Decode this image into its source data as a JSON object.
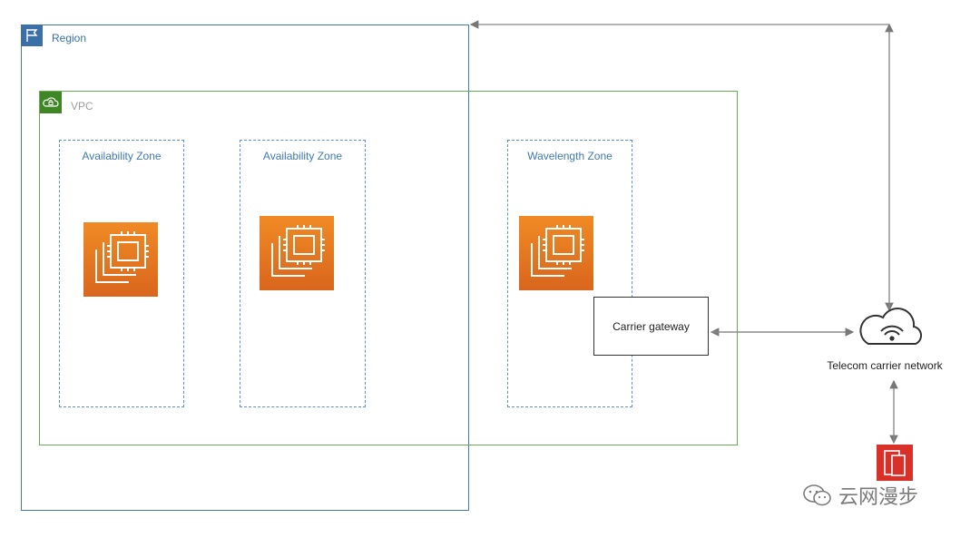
{
  "region": {
    "label": "Region",
    "color": "#3a6fa8"
  },
  "vpc": {
    "label": "VPC",
    "color": "#3f8624"
  },
  "zones": [
    {
      "label": "Availability Zone"
    },
    {
      "label": "Availability Zone"
    },
    {
      "label": "Wavelength Zone"
    }
  ],
  "ec2_icon": {
    "name": "ec2-instance-icon",
    "color": "#e8761f"
  },
  "carrier_gateway": {
    "label": "Carrier gateway"
  },
  "telecom": {
    "label": "Telecom carrier network",
    "icon": "cloud-wifi-icon"
  },
  "device": {
    "icon": "mobile-device-icon",
    "color": "#d9302a"
  },
  "watermark": {
    "text": "云网漫步",
    "icon": "wechat-icon"
  }
}
